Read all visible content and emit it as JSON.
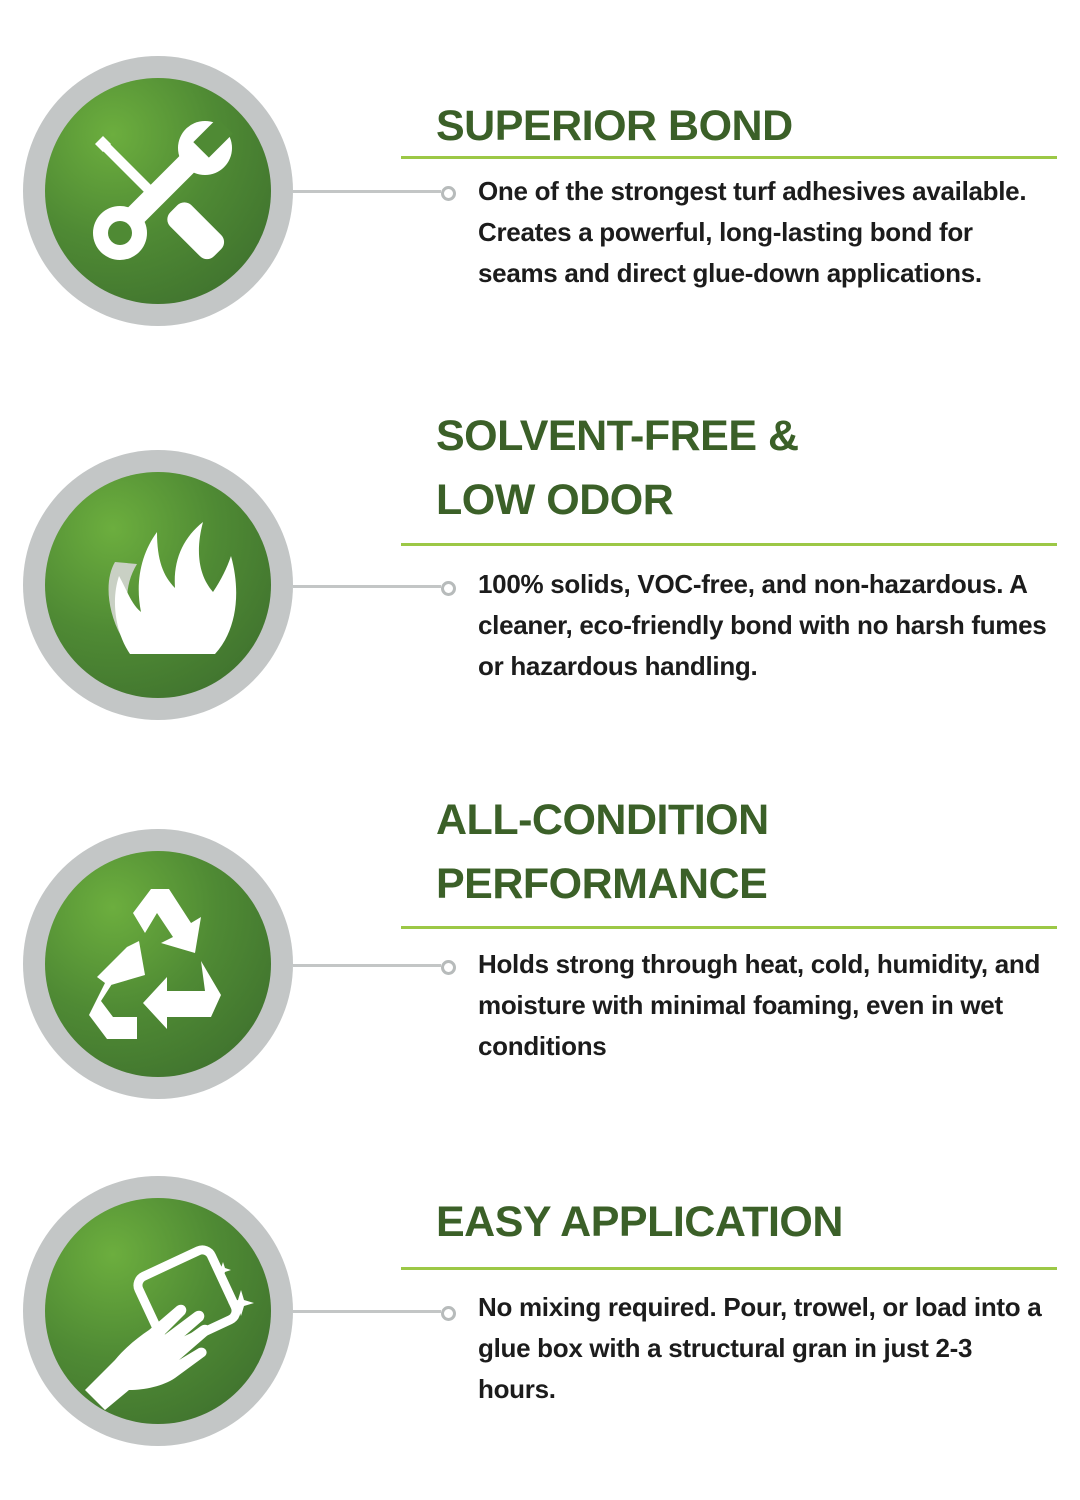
{
  "features": [
    {
      "icon": "tools-icon",
      "title_lines": [
        "SUPERIOR BOND"
      ],
      "description": "One of the strongest turf adhesives available. Creates a powerful, long-lasting bond for seams and direct glue-down applications."
    },
    {
      "icon": "flame-icon",
      "title_lines": [
        "SOLVENT-FREE &",
        "LOW ODOR"
      ],
      "description": "100% solids, VOC-free, and non-hazardous. A cleaner, eco-friendly bond with no harsh fumes or hazardous handling."
    },
    {
      "icon": "recycle-icon",
      "title_lines": [
        "ALL-CONDITION",
        "PERFORMANCE"
      ],
      "description": "Holds strong through heat, cold, humidity, and moisture with minimal foaming, even in wet conditions"
    },
    {
      "icon": "hand-wiping-icon",
      "title_lines": [
        "EASY APPLICATION"
      ],
      "description": "No mixing required. Pour, trowel, or load into a glue box with a structural gran in just 2-3 hours."
    }
  ],
  "colors": {
    "title_green": "#3b6028",
    "accent_line": "#9cc846",
    "circle_green": "#4f8a34",
    "ring_gray": "#c3c6c6",
    "text_dark": "#1c1c1c"
  }
}
